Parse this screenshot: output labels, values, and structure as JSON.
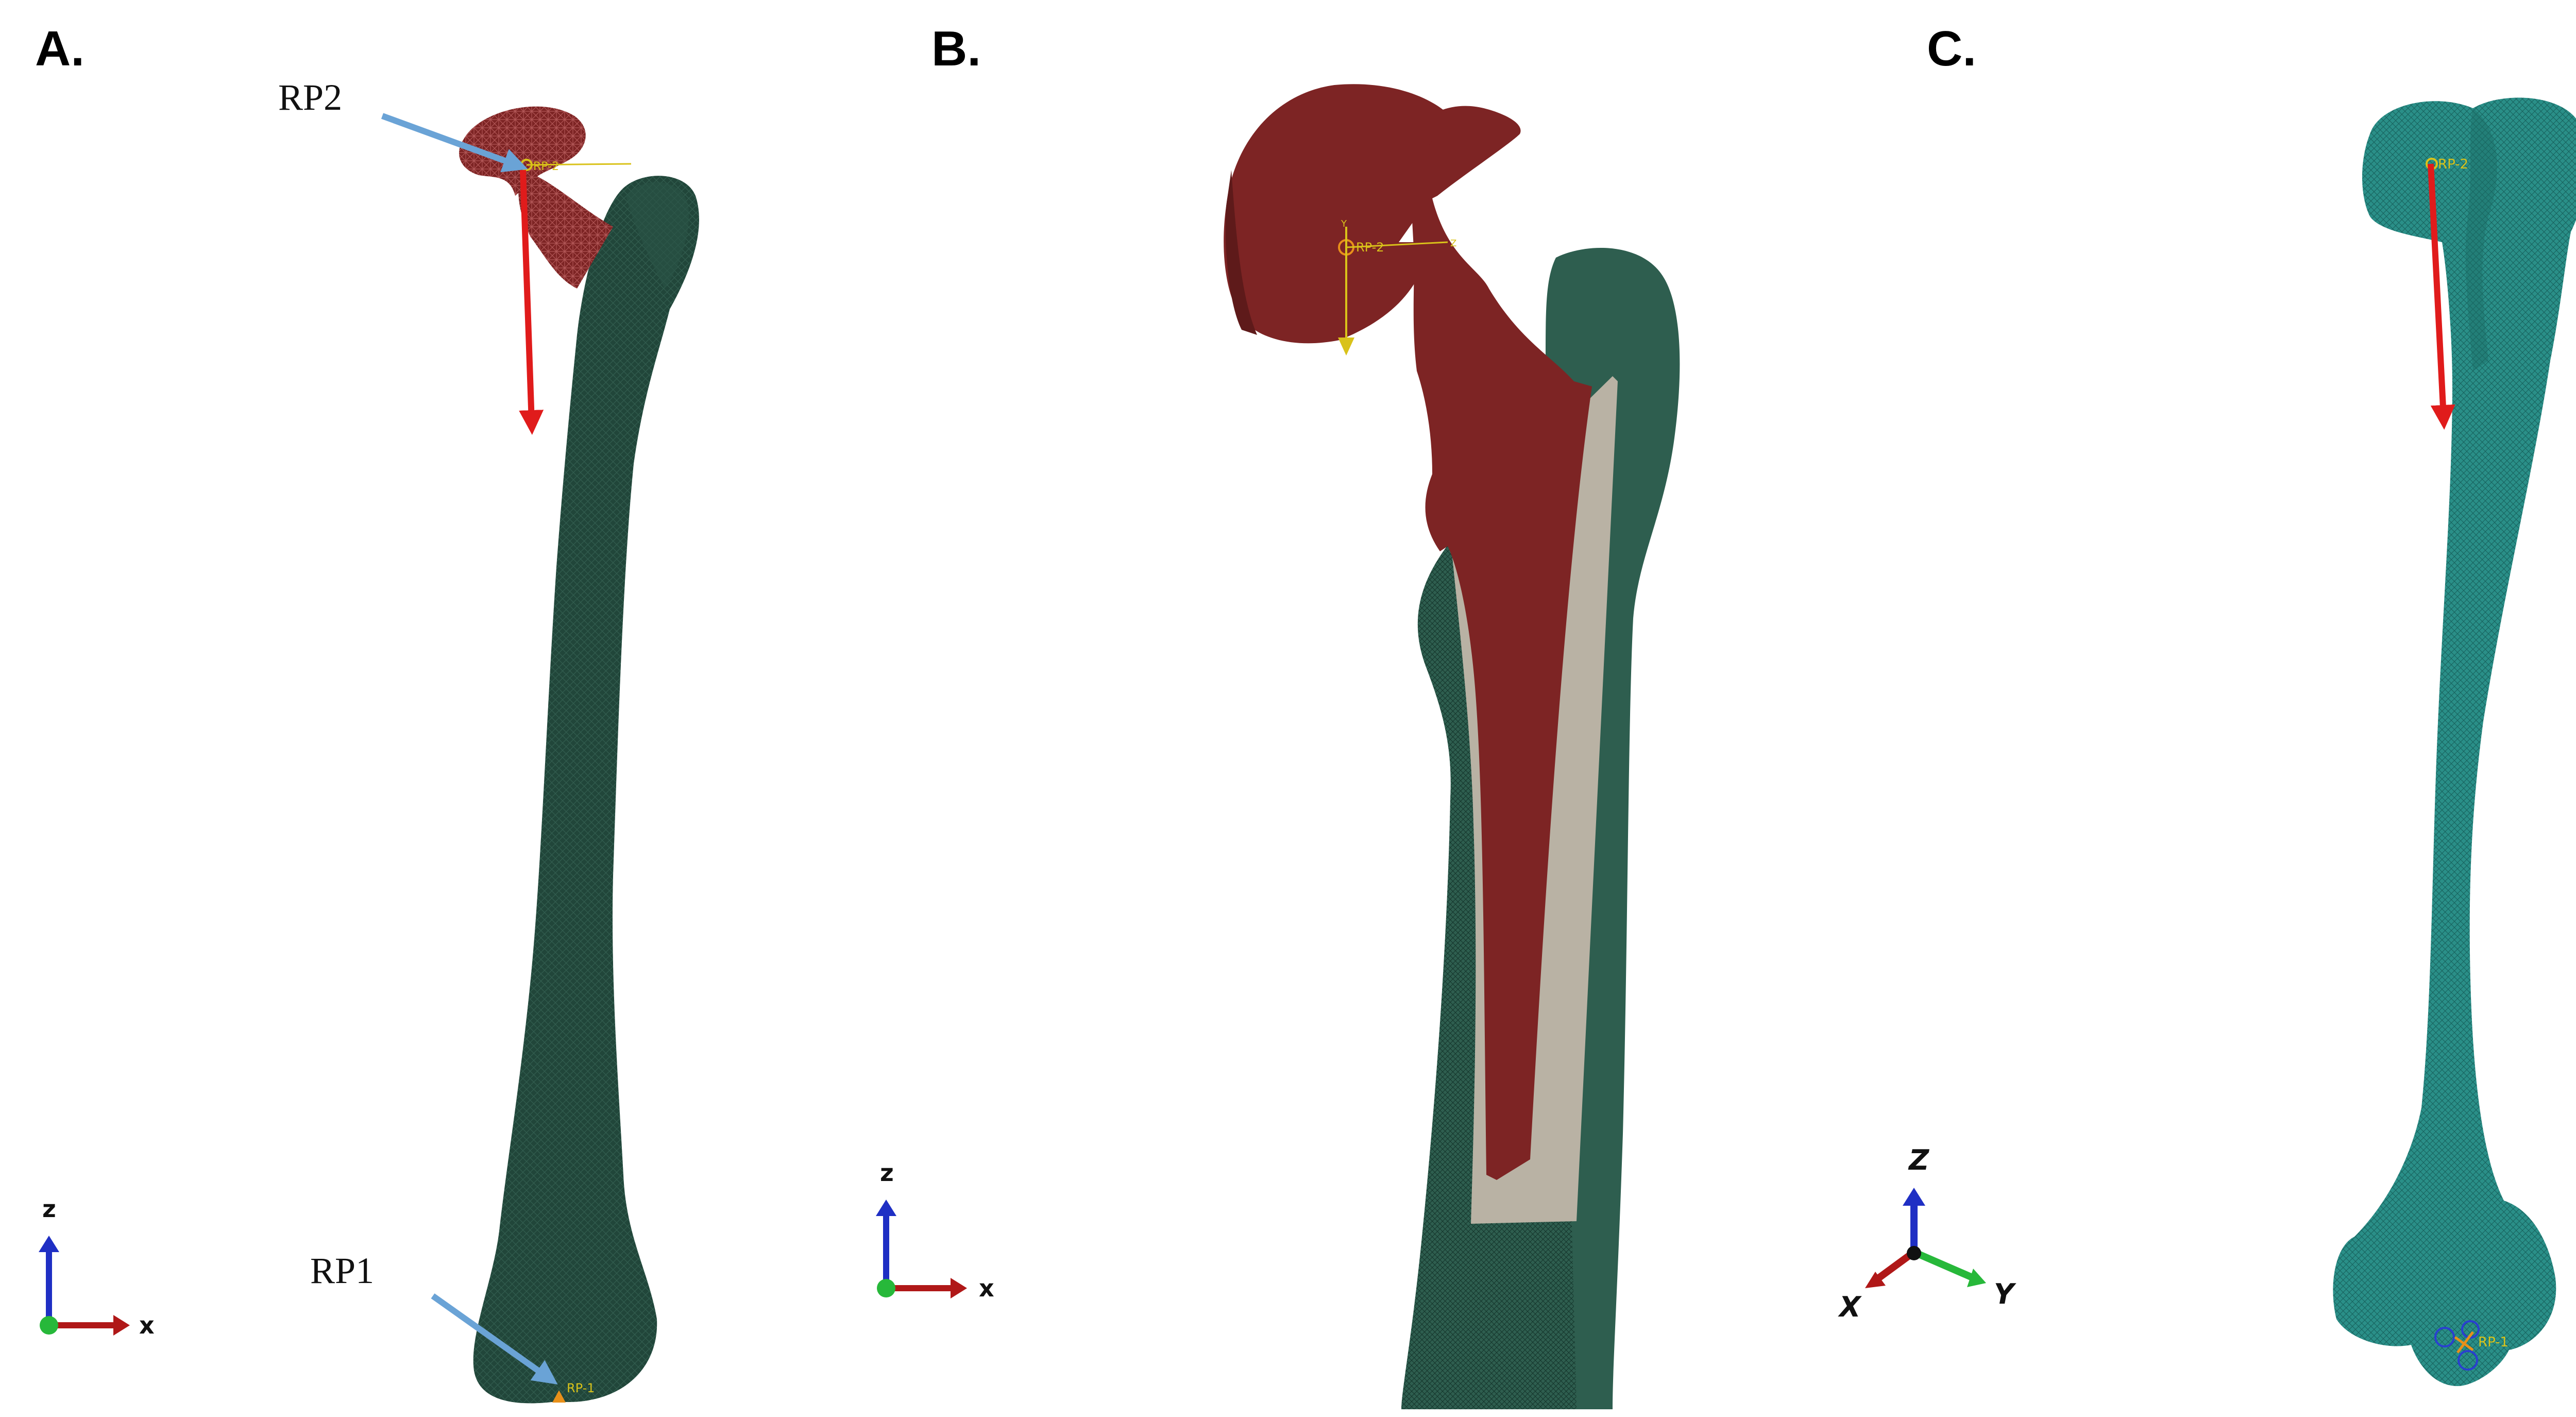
{
  "panels": {
    "a": {
      "label": "A.",
      "callout_top": "RP2",
      "callout_bottom": "RP1",
      "marker_top": "RP-2",
      "marker_bottom": "RP-1",
      "triad": {
        "z": "z",
        "x": "x"
      }
    },
    "b": {
      "label": "B.",
      "marker_top": "RP-2",
      "axis_small_y": "Y",
      "axis_small_z": "Z",
      "triad": {
        "z": "z",
        "x": "x"
      }
    },
    "c": {
      "label": "C.",
      "marker_top": "RP-2",
      "marker_bottom": "RP-1",
      "triad": {
        "z": "Z",
        "x": "X",
        "y": "Y"
      }
    }
  },
  "colors": {
    "bone_dark_green": "#21463a",
    "bone_green_flat": "#2e5e4f",
    "implant_red": "#7d2424",
    "cement_gray": "#b9b2a4",
    "bone_teal": "#2a8f88",
    "load_arrow_red": "#e01b1b",
    "callout_blue": "#6aa3d6",
    "axis_z_blue": "#1f2fc4",
    "axis_x_red": "#b01818",
    "axis_y_green": "#27b83a",
    "marker_yellow": "#d9c21a",
    "marker_orange": "#e8901a"
  }
}
